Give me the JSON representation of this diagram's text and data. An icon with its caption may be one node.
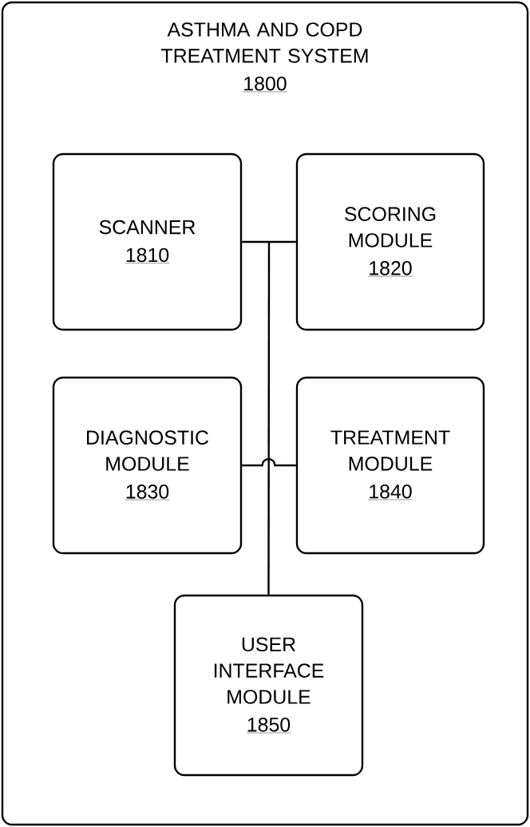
{
  "diagram": {
    "nodes": [
      {
        "text": [
          "ASTHMA AND COPD TREATMENT SYSTEM",
          "1800"
        ]
      },
      {
        "text": [
          "SCANNER",
          "1810"
        ],
        "in": 0
      },
      {
        "text": [
          "SCORING MODULE",
          "1820"
        ],
        "in": 0
      },
      {
        "text": [
          "DIAGNOSTIC MODULE",
          "1830"
        ],
        "in": 0
      },
      {
        "text": [
          "TREATMENT MODULE",
          "1840"
        ],
        "in": 0
      },
      {
        "text": [
          "USER INTERFACE MODULE",
          "1850"
        ],
        "in": 0
      }
    ],
    "edges": [
      {
        "from": 1,
        "to": 2,
        "arrow": "none"
      },
      {
        "from": 1,
        "to": 5,
        "arrow": "none"
      },
      {
        "from": 2,
        "to": 5,
        "arrow": "none"
      },
      {
        "from": 3,
        "to": 4,
        "arrow": "none"
      }
    ]
  }
}
